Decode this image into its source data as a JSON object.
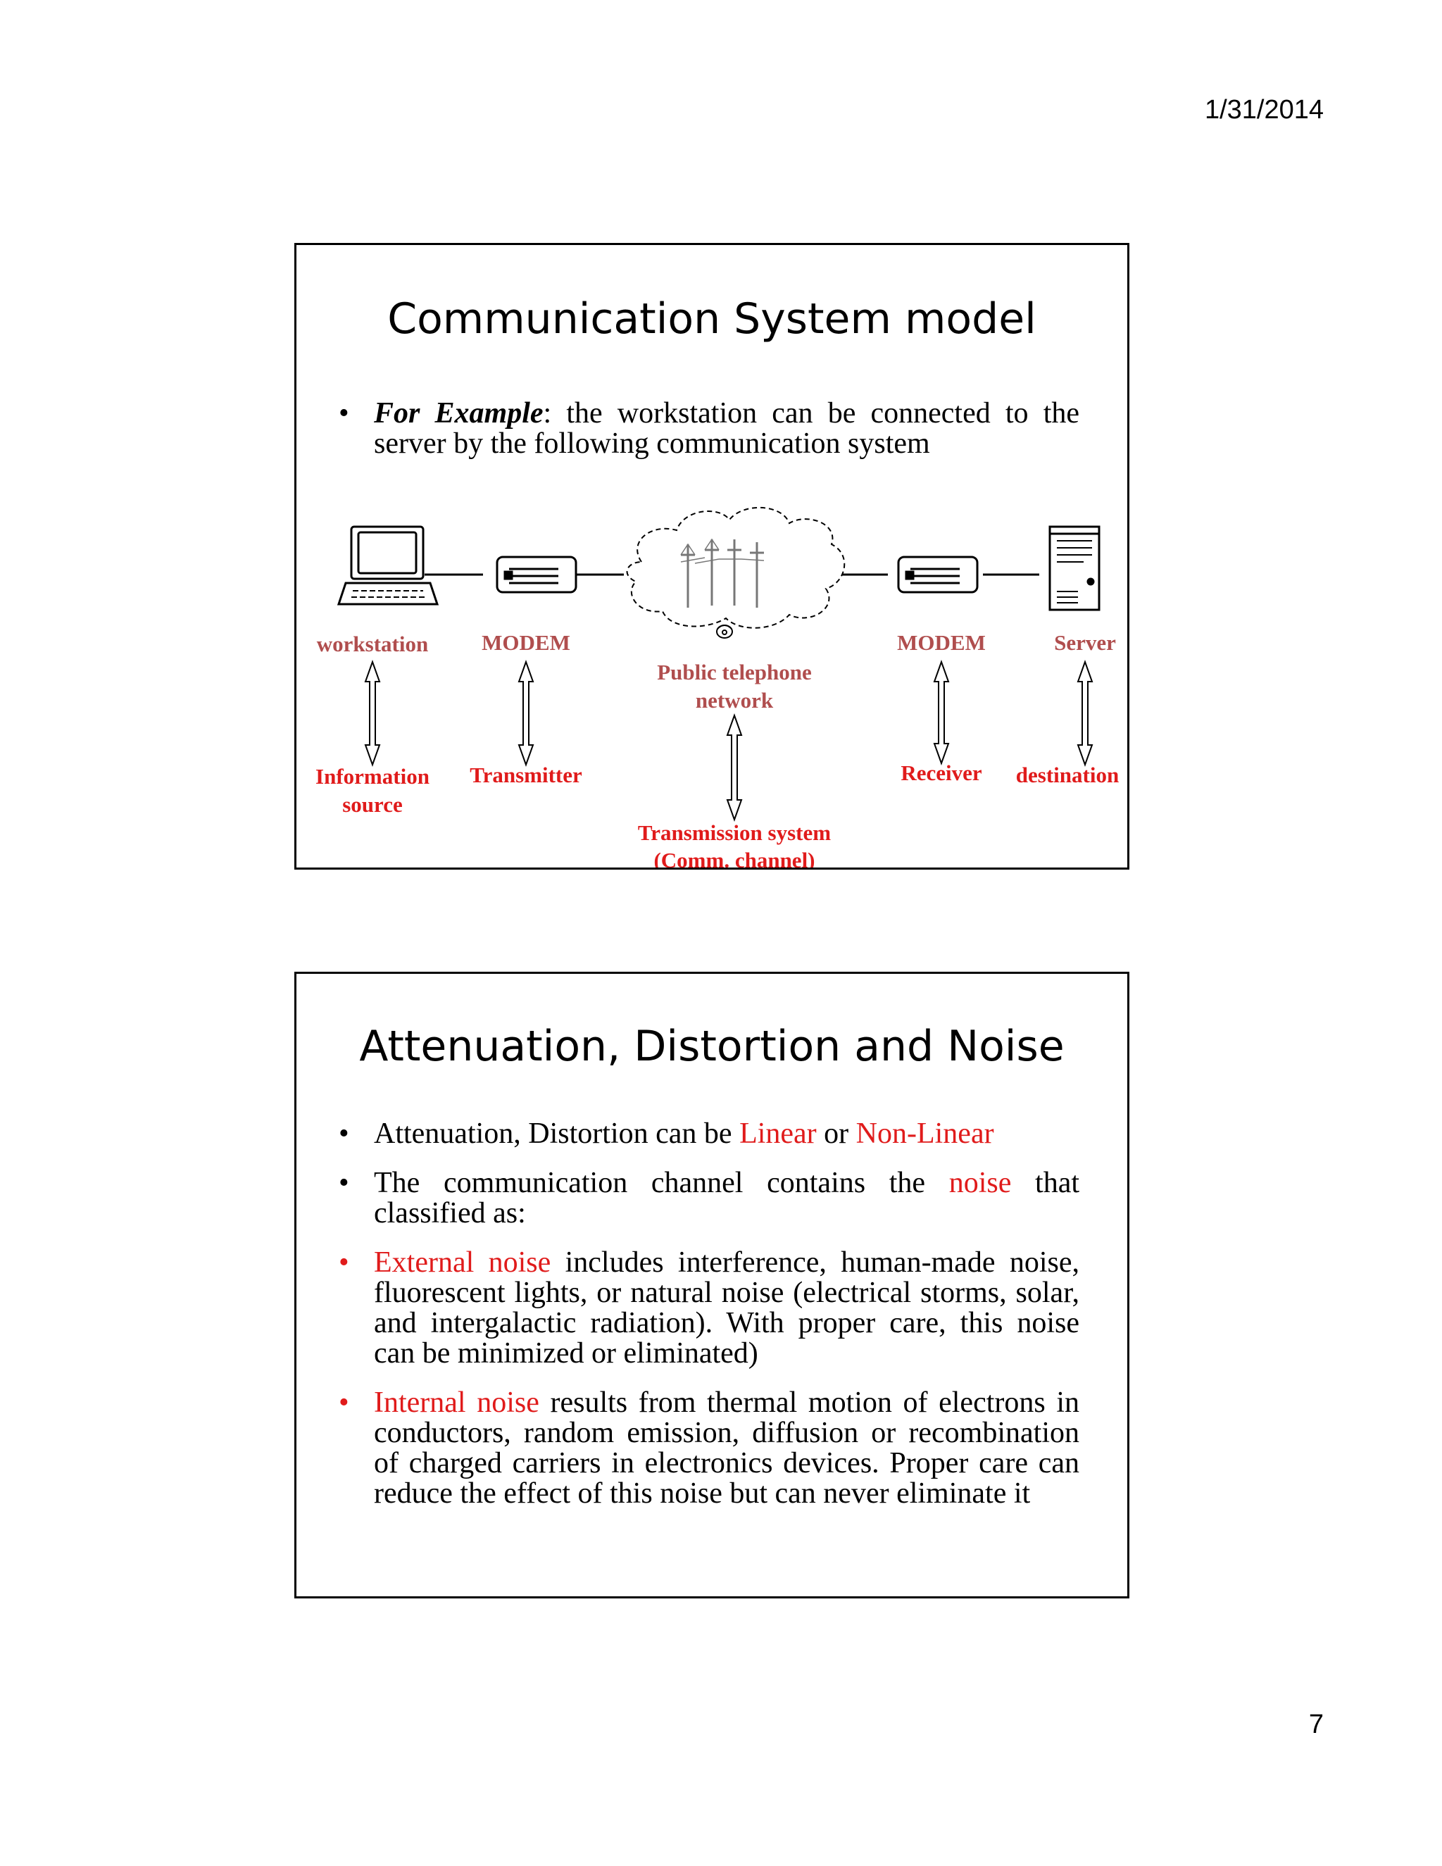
{
  "header": {
    "date": "1/31/2014"
  },
  "footer": {
    "page_number": "7"
  },
  "slide1": {
    "title": "Communication System model",
    "bullet": {
      "lead": "For Example",
      "text": ": the workstation can be connected  to the server by the following communication system"
    },
    "diagram": {
      "components": [
        {
          "top": "workstation",
          "bottom": [
            "Information",
            "source"
          ]
        },
        {
          "top": "MODEM",
          "bottom": [
            "Transmitter"
          ]
        },
        {
          "top": [
            "Public telephone",
            "network"
          ],
          "bottom": [
            "Transmission system",
            "(Comm. channel)"
          ]
        },
        {
          "top": "MODEM",
          "bottom": [
            "Receiver"
          ]
        },
        {
          "top": "Server",
          "bottom": [
            "destination"
          ]
        }
      ],
      "colors": {
        "device_label": "#b04e4e",
        "role_label": "#e01b1b"
      }
    }
  },
  "slide2": {
    "title": "Attenuation, Distortion and Noise",
    "bullets": [
      {
        "parts": [
          {
            "t": "Attenuation, Distortion can be "
          },
          {
            "t": "Linear",
            "red": true
          },
          {
            "t": " or "
          },
          {
            "t": "Non-Linear",
            "red": true
          }
        ]
      },
      {
        "parts": [
          {
            "t": "The communication channel contains the "
          },
          {
            "t": "noise",
            "red": true
          },
          {
            "t": " that classified as:"
          }
        ]
      },
      {
        "red_bullet": true,
        "parts": [
          {
            "t": "External noise",
            "red": true
          },
          {
            "t": " includes interference, human-made noise, fluorescent lights, or natural noise (electrical storms, solar, and intergalactic radiation). With proper care, this noise can be minimized or eliminated)"
          }
        ]
      },
      {
        "red_bullet": true,
        "parts": [
          {
            "t": "Internal noise",
            "red": true
          },
          {
            "t": " results from thermal motion of electrons in conductors, random emission, diffusion or recombination of charged carriers in electronics devices. Proper care can reduce the effect of this noise but can never eliminate it"
          }
        ]
      }
    ]
  }
}
